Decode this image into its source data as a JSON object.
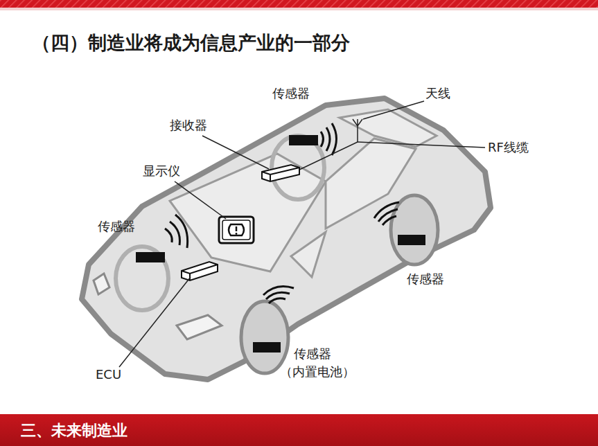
{
  "diagram": {
    "title": "（四）制造业将成为信息产业的一部分",
    "nodes": [
      {
        "text": [
          "三、未来制造业"
        ]
      }
    ],
    "labels": [
      "传感器",
      "天线",
      "接收器",
      "RF线缆",
      "显示仪",
      "传感器",
      "传感器",
      "ECU",
      "传感器",
      "（内置电池）"
    ]
  }
}
